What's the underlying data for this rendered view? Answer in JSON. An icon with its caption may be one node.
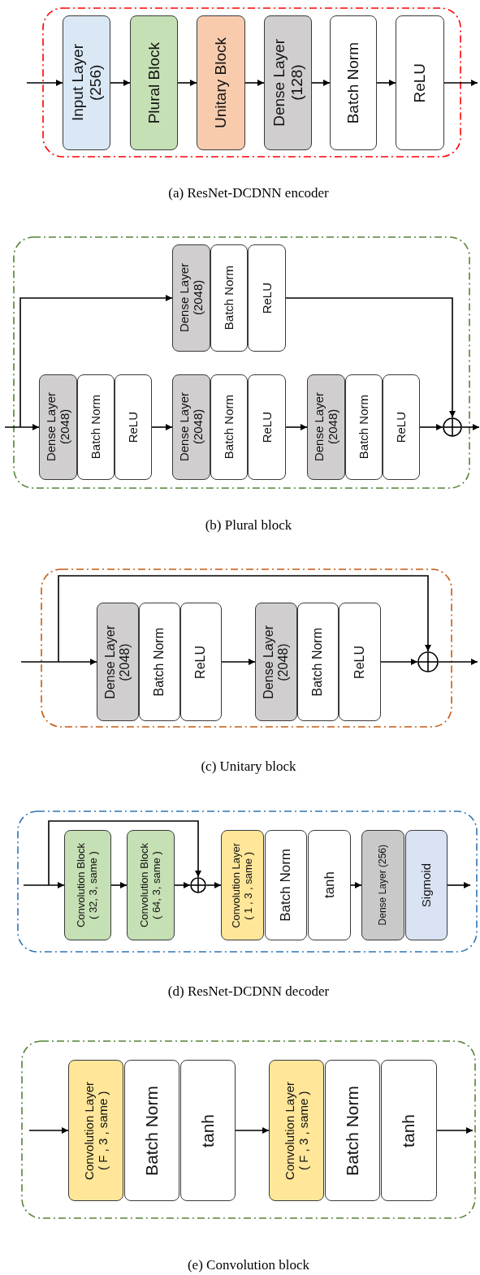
{
  "diagram": {
    "nodes": [
      {
        "text": [],
        "shape": "box"
      },
      {
        "text": [
          "Input Layer",
          "(256)"
        ],
        "in": 0
      },
      {
        "text": [
          "Plural Block"
        ],
        "in": 0
      },
      {
        "text": [
          "Unitary Block"
        ],
        "in": 0
      },
      {
        "text": [
          "Dense Layer",
          "(128)"
        ],
        "in": 0
      },
      {
        "text": [
          "Batch Norm"
        ],
        "in": 0
      },
      {
        "text": [
          "ReLU"
        ],
        "in": 0
      },
      {
        "text": [],
        "shape": "box"
      },
      {
        "text": [
          "Dense Layer",
          "(2048)"
        ],
        "in": 7
      },
      {
        "text": [
          "Batch Norm"
        ],
        "in": 7
      },
      {
        "text": [
          "ReLU"
        ],
        "in": 7
      },
      {
        "text": [
          "Dense Layer",
          "(2048)"
        ],
        "in": 7
      },
      {
        "text": [
          "Batch Norm"
        ],
        "in": 7
      },
      {
        "text": [
          "ReLU"
        ],
        "in": 7
      },
      {
        "text": [
          "Dense Layer",
          "(2048)"
        ],
        "in": 7
      },
      {
        "text": [
          "Batch Norm"
        ],
        "in": 7
      },
      {
        "text": [
          "ReLU"
        ],
        "in": 7
      },
      {
        "text": [
          "Dense Layer",
          "(2048)"
        ],
        "in": 7
      },
      {
        "text": [
          "Batch Norm"
        ],
        "in": 7
      },
      {
        "text": [
          "ReLU"
        ],
        "in": 7
      },
      {
        "text": [],
        "shape": "circle",
        "in": 7
      },
      {
        "text": [],
        "shape": "box"
      },
      {
        "text": [
          "Dense Layer",
          "(2048)"
        ],
        "in": 21
      },
      {
        "text": [
          "Batch Norm"
        ],
        "in": 21
      },
      {
        "text": [
          "ReLU"
        ],
        "in": 21
      },
      {
        "text": [
          "Dense Layer",
          "(2048)"
        ],
        "in": 21
      },
      {
        "text": [
          "Batch Norm"
        ],
        "in": 21
      },
      {
        "text": [
          "ReLU"
        ],
        "in": 21
      },
      {
        "text": [],
        "shape": "circle",
        "in": 21
      },
      {
        "text": [],
        "shape": "box"
      },
      {
        "text": [
          "Convolution Block",
          "( 32, 3, same )"
        ],
        "in": 29
      },
      {
        "text": [
          "Convolution Block",
          "( 64, 3, same )"
        ],
        "in": 29
      },
      {
        "text": [],
        "shape": "circle",
        "in": 29
      },
      {
        "text": [
          "Convolution Layer",
          "( 1 , 3 , same )"
        ],
        "in": 29
      },
      {
        "text": [
          "Batch Norm"
        ],
        "in": 29
      },
      {
        "text": [
          "tanh"
        ],
        "in": 29
      },
      {
        "text": [
          "Dense Layer (256)"
        ],
        "in": 29
      },
      {
        "text": [
          "Sigmoid"
        ],
        "in": 29
      },
      {
        "text": [],
        "shape": "box"
      },
      {
        "text": [
          "Convolution Layer",
          "( F , 3 , same )"
        ],
        "in": 38
      },
      {
        "text": [
          "Batch Norm"
        ],
        "in": 38
      },
      {
        "text": [
          "tanh"
        ],
        "in": 38
      },
      {
        "text": [
          "Convolution Layer",
          "( F , 3 , same )"
        ],
        "in": 38
      },
      {
        "text": [
          "Batch Norm"
        ],
        "in": 38
      },
      {
        "text": [
          "tanh"
        ],
        "in": 38
      }
    ],
    "edges": [
      {
        "from": null,
        "to": 1,
        "arrow": "to"
      },
      {
        "from": 1,
        "to": 2,
        "arrow": "to"
      },
      {
        "from": 2,
        "to": 3,
        "arrow": "to"
      },
      {
        "from": 3,
        "to": 4,
        "arrow": "to"
      },
      {
        "from": 4,
        "to": 5,
        "arrow": "to"
      },
      {
        "from": 5,
        "to": 6,
        "arrow": "to"
      },
      {
        "from": 6,
        "to": null,
        "arrow": "to"
      },
      {
        "from": null,
        "to": 11,
        "arrow": "to"
      },
      {
        "from": null,
        "to": 8,
        "arrow": "to"
      },
      {
        "from": 13,
        "to": 14,
        "arrow": "to"
      },
      {
        "from": 16,
        "to": 17,
        "arrow": "to"
      },
      {
        "from": 19,
        "to": 20,
        "arrow": "to"
      },
      {
        "from": 10,
        "to": 20,
        "arrow": "to"
      },
      {
        "from": 20,
        "to": null,
        "arrow": "to"
      },
      {
        "from": null,
        "to": 22,
        "arrow": "to"
      },
      {
        "from": null,
        "to": 28,
        "arrow": "to"
      },
      {
        "from": 24,
        "to": 25,
        "arrow": "to"
      },
      {
        "from": 27,
        "to": 28,
        "arrow": "to"
      },
      {
        "from": 28,
        "to": null,
        "arrow": "to"
      },
      {
        "from": null,
        "to": 30,
        "arrow": "to"
      },
      {
        "from": null,
        "to": 32,
        "arrow": "to"
      },
      {
        "from": 30,
        "to": 31,
        "arrow": "to"
      },
      {
        "from": 31,
        "to": 32,
        "arrow": "to"
      },
      {
        "from": 32,
        "to": 33,
        "arrow": "to"
      },
      {
        "from": 35,
        "to": 36,
        "arrow": "to"
      },
      {
        "from": 37,
        "to": null,
        "arrow": "to"
      },
      {
        "from": null,
        "to": 39,
        "arrow": "to"
      },
      {
        "from": 41,
        "to": 42,
        "arrow": "to"
      },
      {
        "from": 44,
        "to": null,
        "arrow": "to"
      }
    ],
    "labels": [
      "(a) ResNet-DCDNN encoder",
      "(b) Plural block",
      "(c) Unitary block",
      "(d) ResNet-DCDNN decoder",
      "(e) Convolution block"
    ]
  }
}
